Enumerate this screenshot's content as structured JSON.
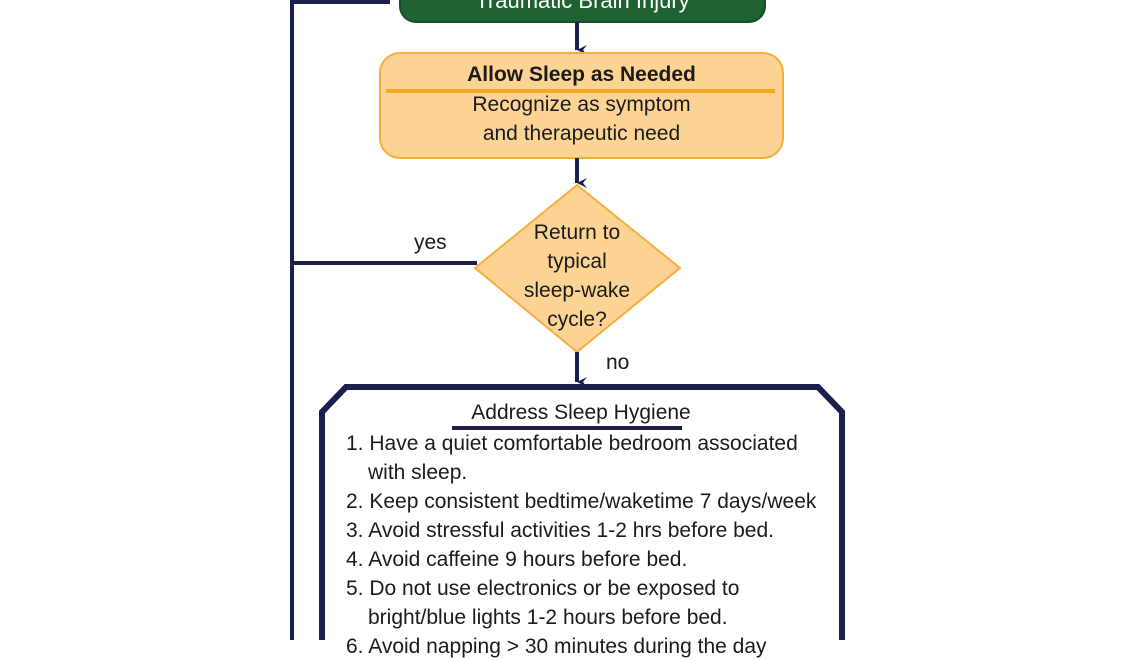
{
  "colors": {
    "navy": "#1a1f4e",
    "green": "#1f6130",
    "orange_fill": "#fdd394",
    "orange_border": "#f5ae3c"
  },
  "tbi_box": {
    "label": "Traumatic Brain Injury"
  },
  "allow_sleep": {
    "title": "Allow Sleep as Needed",
    "body_lines": [
      "Recognize as symptom",
      "and therapeutic need"
    ]
  },
  "decision": {
    "lines": [
      "Return to",
      "typical",
      "sleep-wake",
      "cycle?"
    ],
    "yes_label": "yes",
    "no_label": "no"
  },
  "hygiene": {
    "title": "Address Sleep Hygiene",
    "items": [
      "1. Have a quiet comfortable bedroom associated with sleep.",
      "2. Keep consistent bedtime/waketime 7 days/week",
      "3. Avoid stressful activities 1-2 hrs before bed.",
      "4. Avoid caffeine 9 hours before bed.",
      "5. Do not use electronics or be exposed to bright/blue lights 1-2 hours before bed.",
      "6. Avoid napping > 30 minutes during the day"
    ]
  }
}
